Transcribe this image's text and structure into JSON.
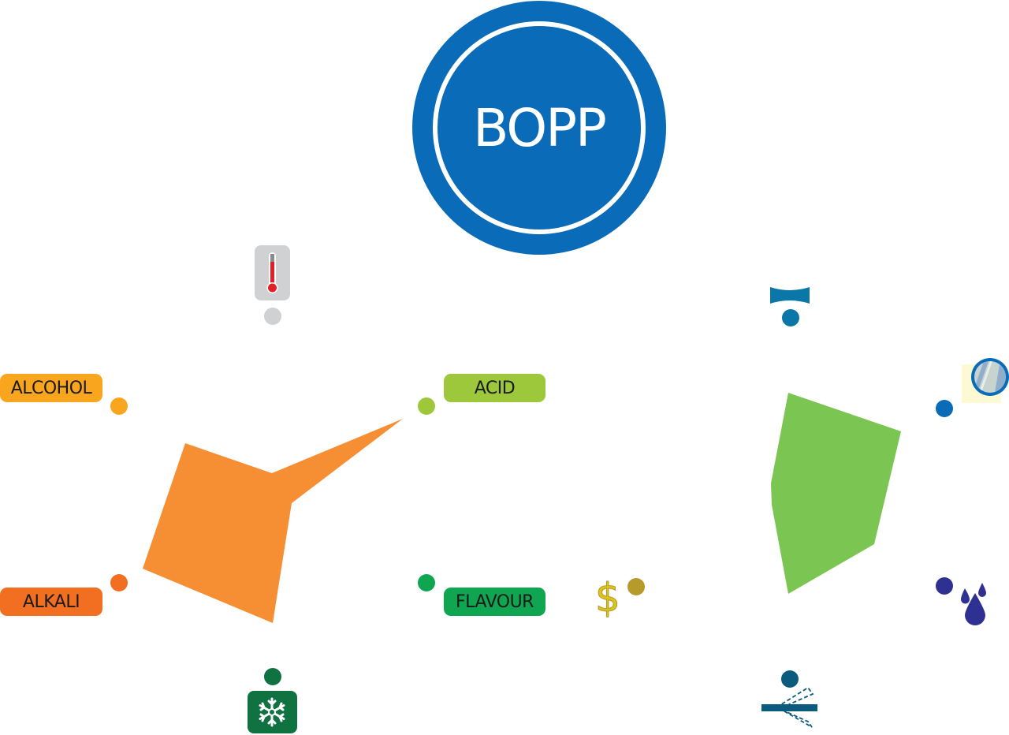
{
  "title": "BOPP",
  "colors": {
    "bopp_blue": "#0a6cb8",
    "alcohol": "#f9a61e",
    "acid": "#9dc83b",
    "alkali": "#f26f22",
    "flavour": "#10a551",
    "orange_shape": "#f68e33",
    "green_shape": "#7bc552",
    "heat": "#d0d1d3",
    "frozen": "#0f7240",
    "barrier": "#0b77a8",
    "clarity": "#0a6cb8",
    "moisture": "#2e3192",
    "cost": "#b79a2c",
    "puncture": "#0b5b7f"
  },
  "chemical_resistance": {
    "labels": [
      "ALCOHOL",
      "ACID",
      "ALKALI",
      "FLAVOUR"
    ]
  },
  "icons": {
    "heat": "thermometer-icon",
    "frozen": "snowflake-icon",
    "cost": "dollar-icon",
    "barrier": "barrier-icon",
    "clarity": "clarity-icon",
    "moisture": "water-drops-icon",
    "puncture": "puncture-icon"
  },
  "cost_symbol": "$"
}
